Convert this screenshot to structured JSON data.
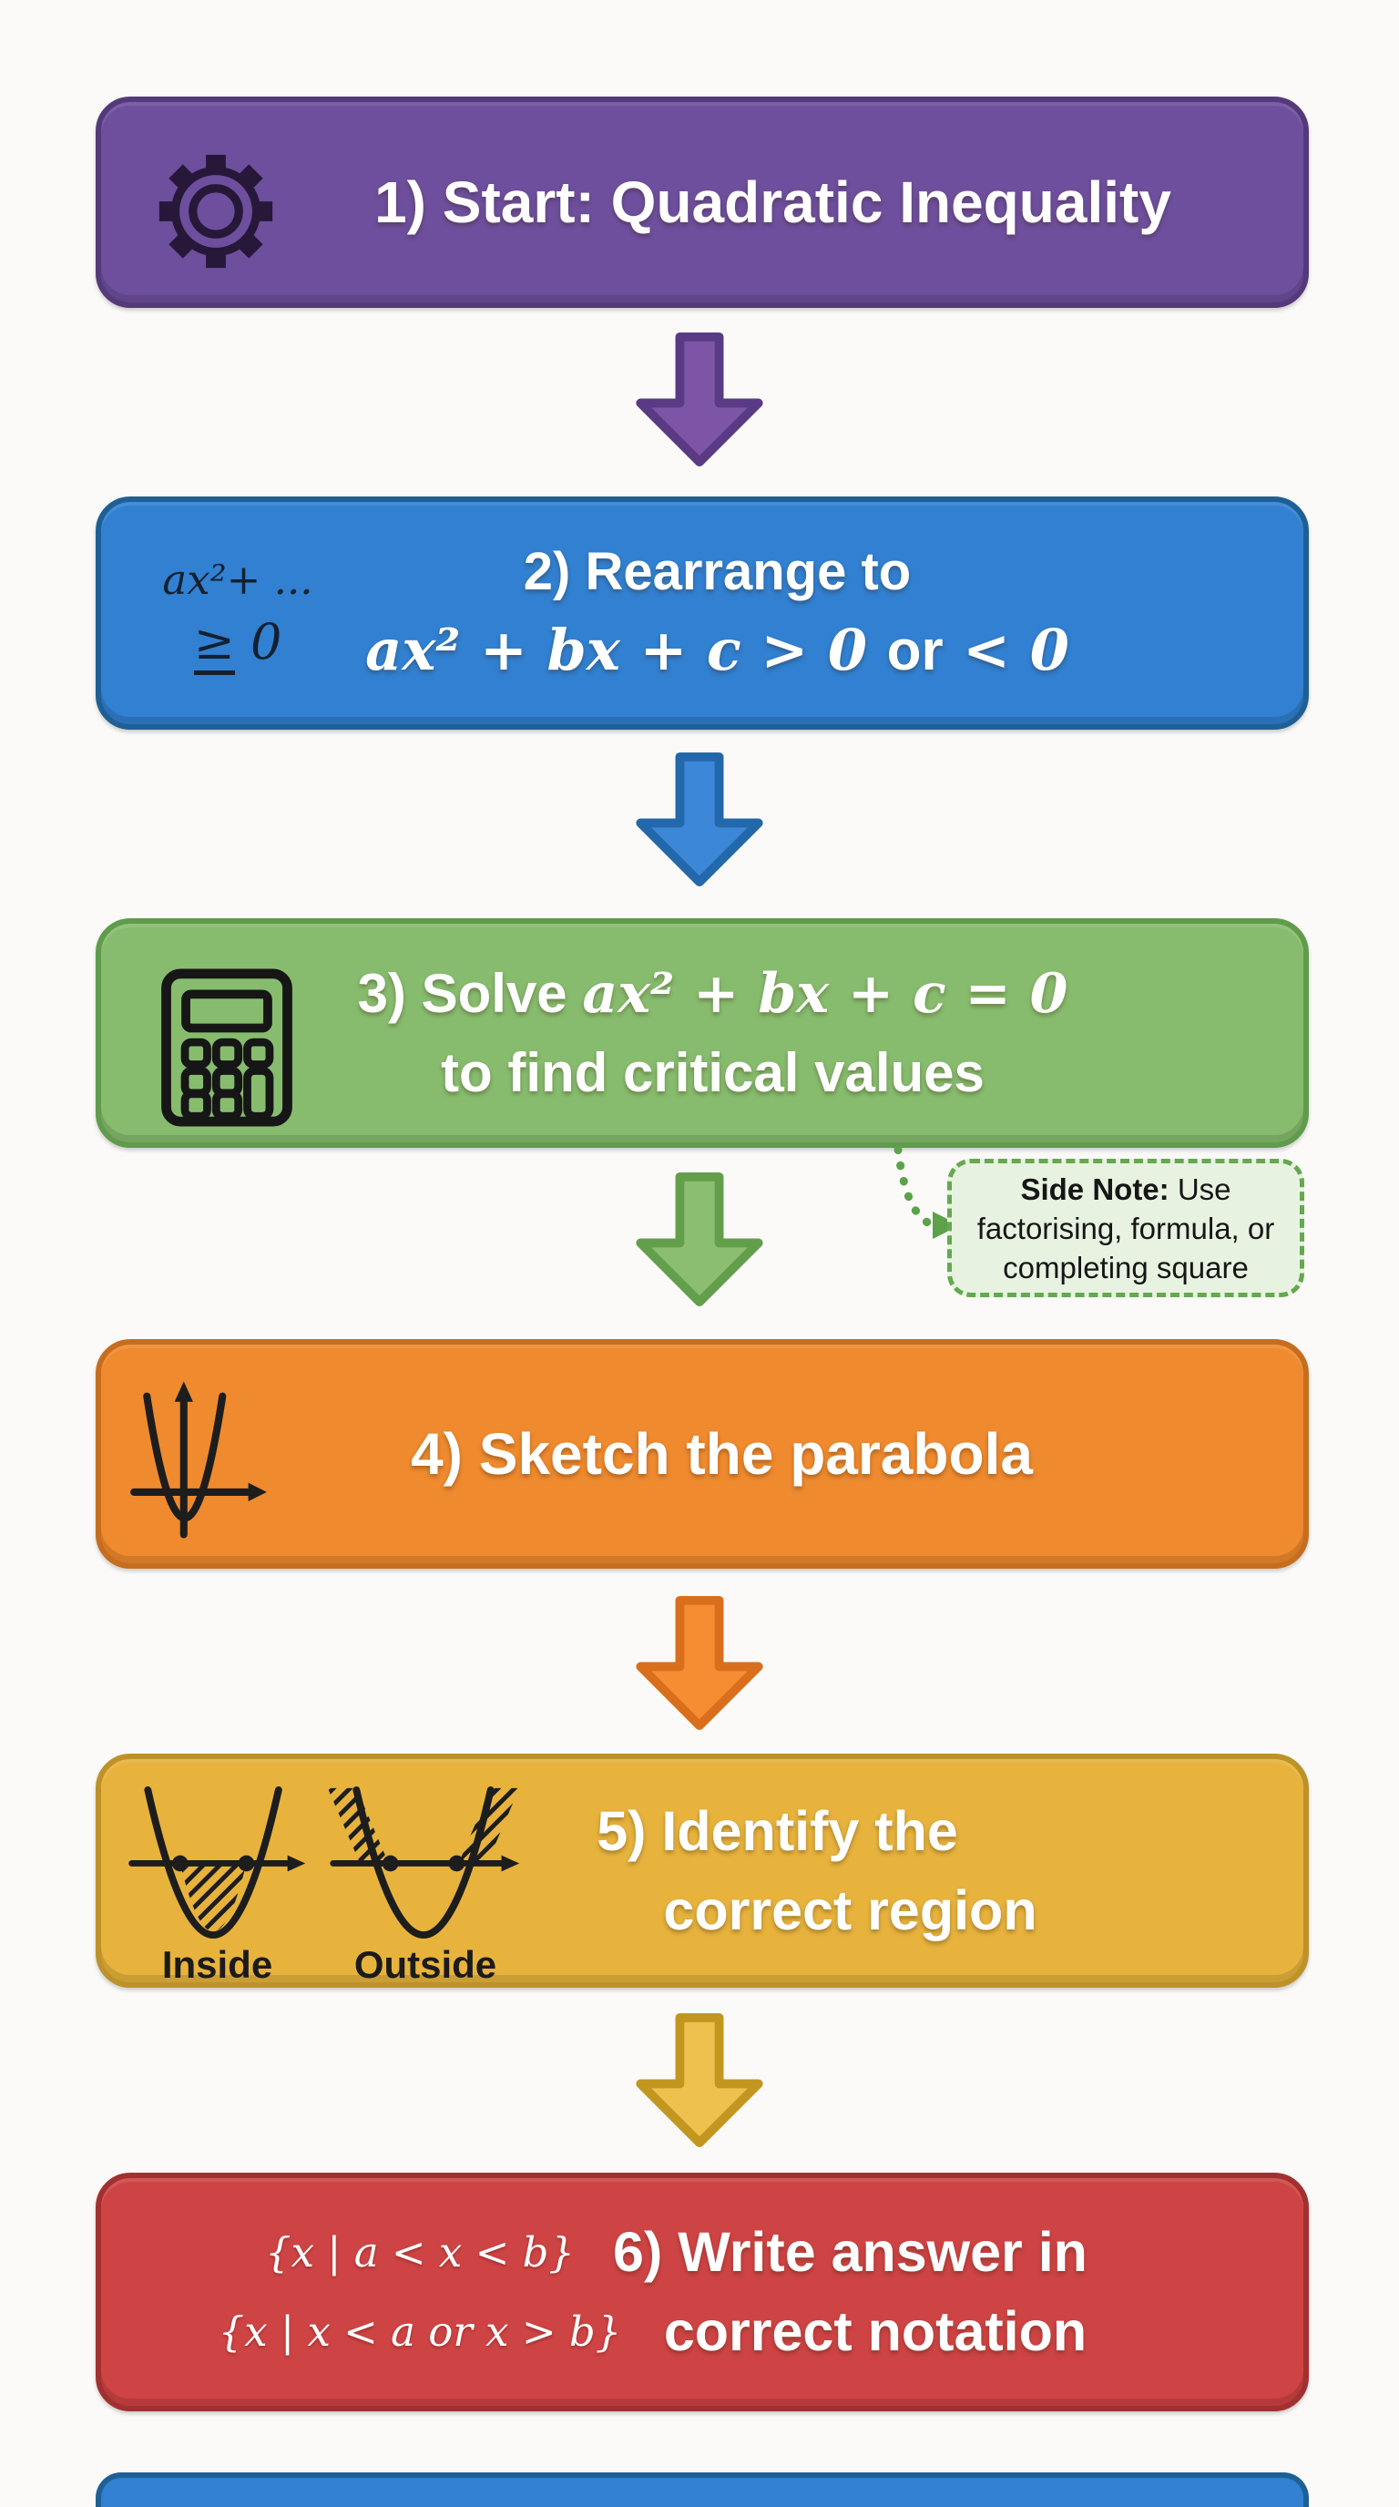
{
  "page": {
    "background": "#fbfaf8"
  },
  "steps": [
    {
      "num": "1",
      "title": "1) Start: Quadratic Inequality",
      "icon": "gear-icon",
      "fill": "#6d4f9d",
      "border": "#543a7a",
      "arrow_fill": "#7d55a6",
      "arrow_border": "#5a3a85"
    },
    {
      "num": "2",
      "line1": "2) Rearrange to",
      "line2_rich": [
        {
          "t": "ax² + bx + c > 0 ",
          "cls": "m"
        },
        {
          "t": "or",
          "cls": ""
        },
        {
          "t": " < 0",
          "cls": "m"
        }
      ],
      "badge_line1": "ax²+ ...",
      "badge_line2_rich": [
        {
          "t": "≥",
          "cls": "u"
        },
        {
          "t": " 0",
          "cls": ""
        }
      ],
      "fill": "#3180d1",
      "border": "#1e6096",
      "arrow_fill": "#3d87d8",
      "arrow_border": "#2268ab"
    },
    {
      "num": "3",
      "line1_rich": [
        {
          "t": "3) Solve ",
          "cls": ""
        },
        {
          "t": "ax² + bx + c = 0",
          "cls": "m"
        }
      ],
      "line2": "to find critical values",
      "icon": "calculator-icon",
      "fill": "#87bc6e",
      "border": "#5f9c4b",
      "arrow_fill": "#8cbe72",
      "arrow_border": "#639f4b",
      "side_note": {
        "line1_rich": [
          {
            "t": "Side Note:",
            "cls": "b"
          },
          {
            "t": " Use",
            "cls": ""
          }
        ],
        "line2": "factorising, formula, or",
        "line3": "completing square",
        "fill": "#e7f3e0",
        "border": "#65a850",
        "connector_color": "#5da24a"
      }
    },
    {
      "num": "4",
      "title": "4) Sketch the parabola",
      "icon": "parabola-icon",
      "fill": "#ef8a2e",
      "border": "#c76d1e",
      "arrow_fill": "#f78d33",
      "arrow_border": "#d96f1c"
    },
    {
      "num": "5",
      "line1": "5) Identify the",
      "line2": "correct region",
      "figures": [
        {
          "icon": "inside-parabola-icon",
          "label": "Inside"
        },
        {
          "icon": "outside-parabola-icon",
          "label": "Outside"
        }
      ],
      "fill": "#e7b33d",
      "border": "#bd9228",
      "arrow_fill": "#edc14e",
      "arrow_border": "#c2961f"
    },
    {
      "num": "6",
      "line1": "6) Write answer in",
      "line2": "correct notation",
      "badge_line1": "{x | a < x < b}",
      "badge_line2": "{x | x < a or x > b}",
      "fill": "#ce4444",
      "border": "#a23030"
    }
  ],
  "footer": {
    "fill": "#3180d1",
    "border": "#1e6096"
  }
}
